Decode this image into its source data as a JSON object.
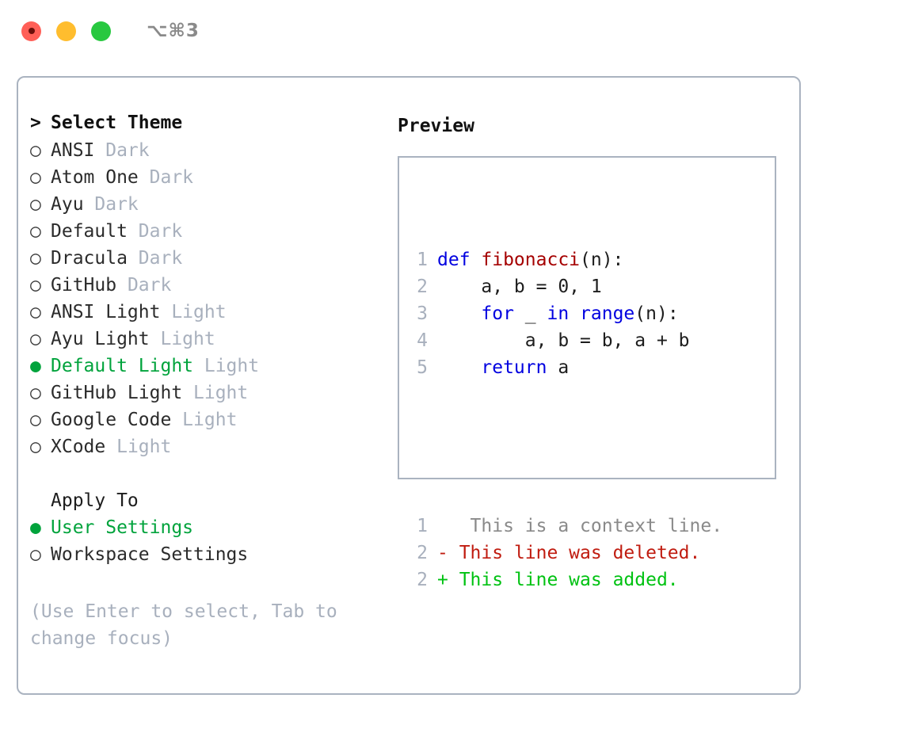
{
  "titlebar": {
    "shortcut": "⌥⌘3",
    "buttons": [
      {
        "name": "close-button",
        "color": "#ff5f57"
      },
      {
        "name": "minimize-button",
        "color": "#ffbd2e"
      },
      {
        "name": "maximize-button",
        "color": "#28c840"
      }
    ]
  },
  "theme_section": {
    "marker_prompt": ">",
    "marker_unselected": "○",
    "marker_selected": "●",
    "heading": "Select Theme",
    "items": [
      {
        "name": "ANSI",
        "variant": "Dark",
        "selected": false
      },
      {
        "name": "Atom One",
        "variant": "Dark",
        "selected": false
      },
      {
        "name": "Ayu",
        "variant": "Dark",
        "selected": false
      },
      {
        "name": "Default",
        "variant": "Dark",
        "selected": false
      },
      {
        "name": "Dracula",
        "variant": "Dark",
        "selected": false
      },
      {
        "name": "GitHub",
        "variant": "Dark",
        "selected": false
      },
      {
        "name": "ANSI Light",
        "variant": "Light",
        "selected": false
      },
      {
        "name": "Ayu Light",
        "variant": "Light",
        "selected": false
      },
      {
        "name": "Default Light",
        "variant": "Light",
        "selected": true
      },
      {
        "name": "GitHub Light",
        "variant": "Light",
        "selected": false
      },
      {
        "name": "Google Code",
        "variant": "Light",
        "selected": false
      },
      {
        "name": "XCode",
        "variant": "Light",
        "selected": false
      }
    ]
  },
  "apply_section": {
    "heading": "Apply To",
    "items": [
      {
        "name": "User Settings",
        "selected": true
      },
      {
        "name": "Workspace Settings",
        "selected": false
      }
    ]
  },
  "hint": "(Use Enter to select, Tab to change focus)",
  "preview": {
    "title": "Preview",
    "code_lines": [
      {
        "no": "1",
        "tokens": [
          {
            "t": "def ",
            "c": "kw"
          },
          {
            "t": "fibonacci",
            "c": "fn"
          },
          {
            "t": "(n):",
            "c": "plain"
          }
        ]
      },
      {
        "no": "2",
        "tokens": [
          {
            "t": "    a, b = 0, 1",
            "c": "plain"
          }
        ]
      },
      {
        "no": "3",
        "tokens": [
          {
            "t": "    ",
            "c": "plain"
          },
          {
            "t": "for",
            "c": "kw"
          },
          {
            "t": " _ ",
            "c": "plain"
          },
          {
            "t": "in ",
            "c": "kw"
          },
          {
            "t": "range",
            "c": "kw"
          },
          {
            "t": "(n):",
            "c": "plain"
          }
        ]
      },
      {
        "no": "4",
        "tokens": [
          {
            "t": "        a, b = b, a + b",
            "c": "plain"
          }
        ]
      },
      {
        "no": "5",
        "tokens": [
          {
            "t": "    ",
            "c": "plain"
          },
          {
            "t": "return",
            "c": "kw"
          },
          {
            "t": " a",
            "c": "plain"
          }
        ]
      }
    ],
    "diff_lines": [
      {
        "no": "1",
        "sign": " ",
        "text": "  This is a context line.",
        "c": "ctx"
      },
      {
        "no": "2",
        "sign": "-",
        "text": " This line was deleted.",
        "c": "del"
      },
      {
        "no": "2",
        "sign": "+",
        "text": " This line was added.",
        "c": "add"
      }
    ]
  },
  "colors": {
    "accent_green": "#00a33c",
    "border": "#aab3c0",
    "muted": "#a8b0bd",
    "keyword": "#0000e0",
    "function": "#a50000",
    "deleted": "#c01c10",
    "added": "#00c212"
  }
}
